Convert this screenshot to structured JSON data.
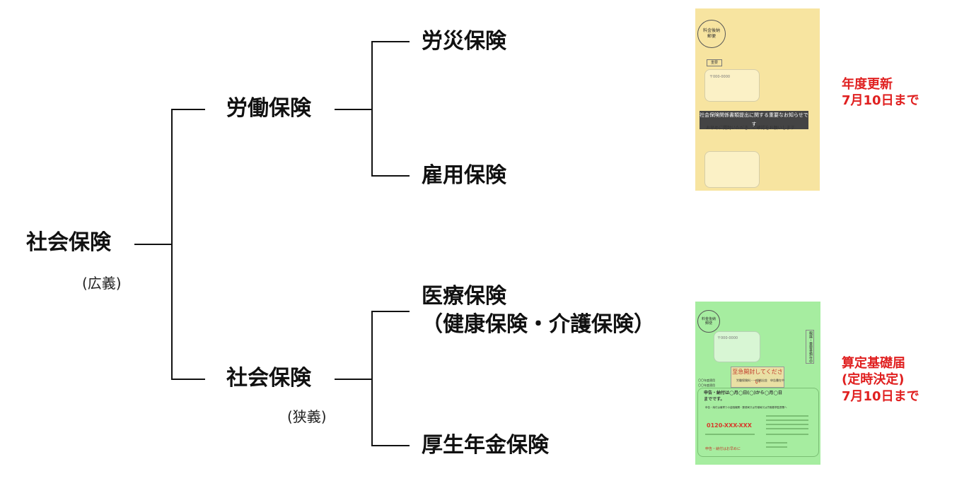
{
  "tree": {
    "root": {
      "label": "社会保険",
      "sub": "(広義)"
    },
    "labor": {
      "label": "労働保険"
    },
    "rousai": {
      "label": "労災保険"
    },
    "koyou": {
      "label": "雇用保険"
    },
    "social": {
      "label": "社会保険",
      "sub": "(狭義)"
    },
    "iryou": {
      "line1": "医療保険",
      "line2": "（健康保険・介護保険）"
    },
    "kousei": {
      "label": "厚生年金保険"
    }
  },
  "notes": {
    "yellow": {
      "line1": "年度更新",
      "line2": "7月10日まで"
    },
    "green": {
      "line1": "算定基礎届",
      "line2": "(定時決定)",
      "line3": "7月10日まで"
    }
  },
  "envelope_yellow": {
    "stamp_line1": "料金後納",
    "stamp_line2": "郵便",
    "tag": "重要",
    "window_text": "〒000-0000",
    "banner": "社会保険関係書類提出に関する重要なお知らせです",
    "body": "お早めに開封いただき、ご確認をお願いします"
  },
  "envelope_green": {
    "stamp_line1": "料金後納",
    "stamp_line2": "郵便",
    "window_text": "〒000-0000",
    "vertical_tag": "親展・重要書類在中",
    "urgent": "至急開封してください",
    "row1a": "〇〇年度適用",
    "row1b": "労働保険料・一般拠出金　申告書在中",
    "row2": "〇〇年度適用",
    "deadline_line1": "申告・納付は◯月◯日(◯)から◯月◯日",
    "deadline_line2": "までです。",
    "info": "申告・納付は最寄りの金融機関・郵便局又は労働局又は労働基準監督署へ",
    "phone": "0120-XXX-XXX",
    "bottom": "申告・納付はお早めに"
  },
  "colors": {
    "line": "#111111",
    "note_red": "#e02020",
    "envelope_yellow": "#f7e4a0",
    "envelope_green": "#a6eda0"
  }
}
